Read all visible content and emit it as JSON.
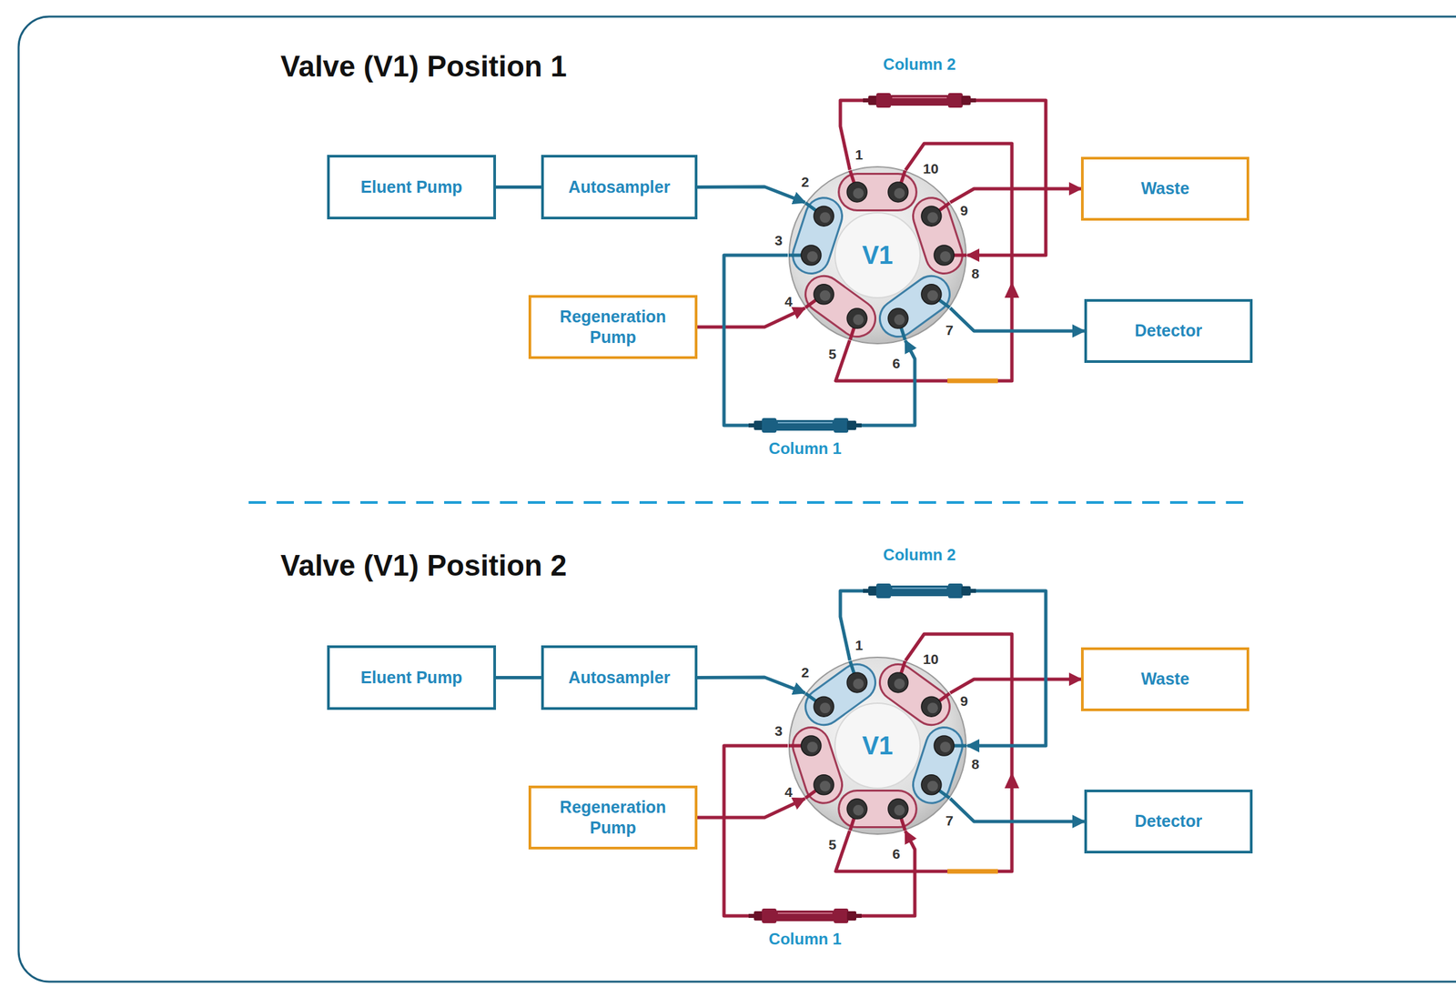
{
  "diagram": {
    "nodes": [
      {
        "text": [
          "Eluent Pump"
        ]
      },
      {
        "text": [
          "Autosampler"
        ]
      },
      {
        "text": [
          "Regeneration Pump"
        ]
      },
      {
        "text": [
          "V1"
        ]
      },
      {
        "text": [
          "Waste"
        ]
      },
      {
        "text": [
          "Detector"
        ]
      },
      {
        "text": [
          "Column 2"
        ]
      },
      {
        "text": [
          "Column 1"
        ]
      },
      {
        "text": [
          "Eluent Pump"
        ]
      },
      {
        "text": [
          "Autosampler"
        ]
      },
      {
        "text": [
          "Regeneration Pump"
        ]
      },
      {
        "text": [
          "V1"
        ]
      },
      {
        "text": [
          "Waste"
        ]
      },
      {
        "text": [
          "Detector"
        ]
      },
      {
        "text": [
          "Column 2"
        ]
      },
      {
        "text": [
          "Column 1"
        ]
      }
    ],
    "edges": [
      {
        "from": 0,
        "to": 1,
        "arrow": "none"
      },
      {
        "from": 1,
        "to": 3,
        "arrow": "to"
      },
      {
        "from": 2,
        "to": 3,
        "arrow": "to"
      },
      {
        "from": 3,
        "to": 4,
        "arrow": "to"
      },
      {
        "from": 3,
        "to": 5,
        "arrow": "to"
      },
      {
        "from": 3,
        "to": 6,
        "arrow": "none"
      },
      {
        "from": 6,
        "to": 3,
        "arrow": "to"
      },
      {
        "from": 3,
        "to": 7,
        "arrow": "none"
      },
      {
        "from": 7,
        "to": 3,
        "arrow": "to"
      },
      {
        "from": 8,
        "to": 9,
        "arrow": "none"
      },
      {
        "from": 9,
        "to": 11,
        "arrow": "to"
      },
      {
        "from": 10,
        "to": 11,
        "arrow": "to"
      },
      {
        "from": 11,
        "to": 12,
        "arrow": "to"
      },
      {
        "from": 11,
        "to": 13,
        "arrow": "to"
      },
      {
        "from": 11,
        "to": 14,
        "arrow": "none"
      },
      {
        "from": 14,
        "to": 11,
        "arrow": "to"
      },
      {
        "from": 11,
        "to": 15,
        "arrow": "none"
      },
      {
        "from": 15,
        "to": 11,
        "arrow": "to"
      }
    ],
    "labels": [
      "Valve (V1) Position 1",
      "1",
      "2",
      "3",
      "4",
      "5",
      "6",
      "7",
      "8",
      "9",
      "10",
      "Valve (V1) Position 2",
      "1",
      "2",
      "3",
      "4",
      "5",
      "6",
      "7",
      "8",
      "9",
      "10"
    ]
  }
}
